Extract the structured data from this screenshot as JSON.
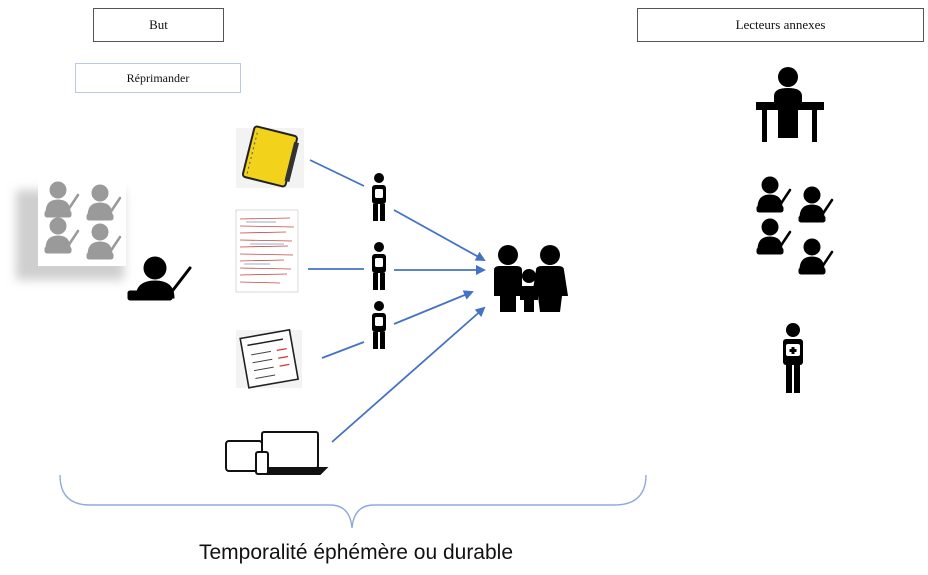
{
  "header": {
    "goal_label": "But",
    "goal_value": "Réprimander",
    "other_readers_label": "Lecteurs annexes"
  },
  "caption": "Temporalité éphémère ou durable",
  "icons": {
    "sender_class": "classroom-group-icon",
    "teacher": "teacher-icon",
    "channels": [
      "notebook-icon",
      "handwritten-letter-icon",
      "report-card-icon",
      "devices-icon"
    ],
    "carrier": "student-backpack-icon",
    "recipient": "family-icon",
    "readers": [
      "principal-desk-icon",
      "classmates-icon",
      "school-nurse-icon"
    ]
  },
  "colors": {
    "arrow": "#4472c4",
    "notebook": "#f2d21b",
    "brace": "#8faadc",
    "icon": "#000000",
    "faded_icon": "#9a9a9a"
  }
}
